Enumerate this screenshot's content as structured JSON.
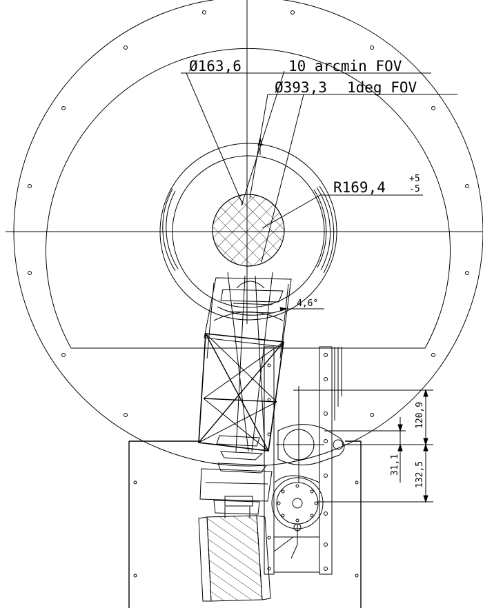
{
  "annotations": {
    "dia_10arcmin": "Ø163,6",
    "fov_10arcmin": "10 arcmin FOV",
    "dia_1deg": "Ø393,3",
    "fov_1deg": "1deg FOV",
    "radius": "R169,4",
    "tol_plus": "+5",
    "tol_minus": "-5",
    "angle": "4,6°",
    "dim_upper": "120,9",
    "dim_offset": "31,1",
    "dim_lower": "132,5"
  },
  "colors": {
    "line": "#000000",
    "background": "#ffffff"
  }
}
